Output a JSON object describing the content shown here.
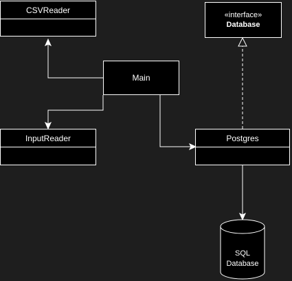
{
  "nodes": {
    "csvreader": {
      "label": "CSVReader"
    },
    "inputreader": {
      "label": "InputReader"
    },
    "main": {
      "label": "Main"
    },
    "postgres": {
      "label": "Postgres"
    },
    "database_interface": {
      "stereotype": "«interface»",
      "label": "Database"
    },
    "sql_database": {
      "line1": "SQL",
      "line2": "Database"
    }
  },
  "colors": {
    "background": "#1e1e1e",
    "stroke": "#ffffff",
    "fill": "#000000"
  }
}
